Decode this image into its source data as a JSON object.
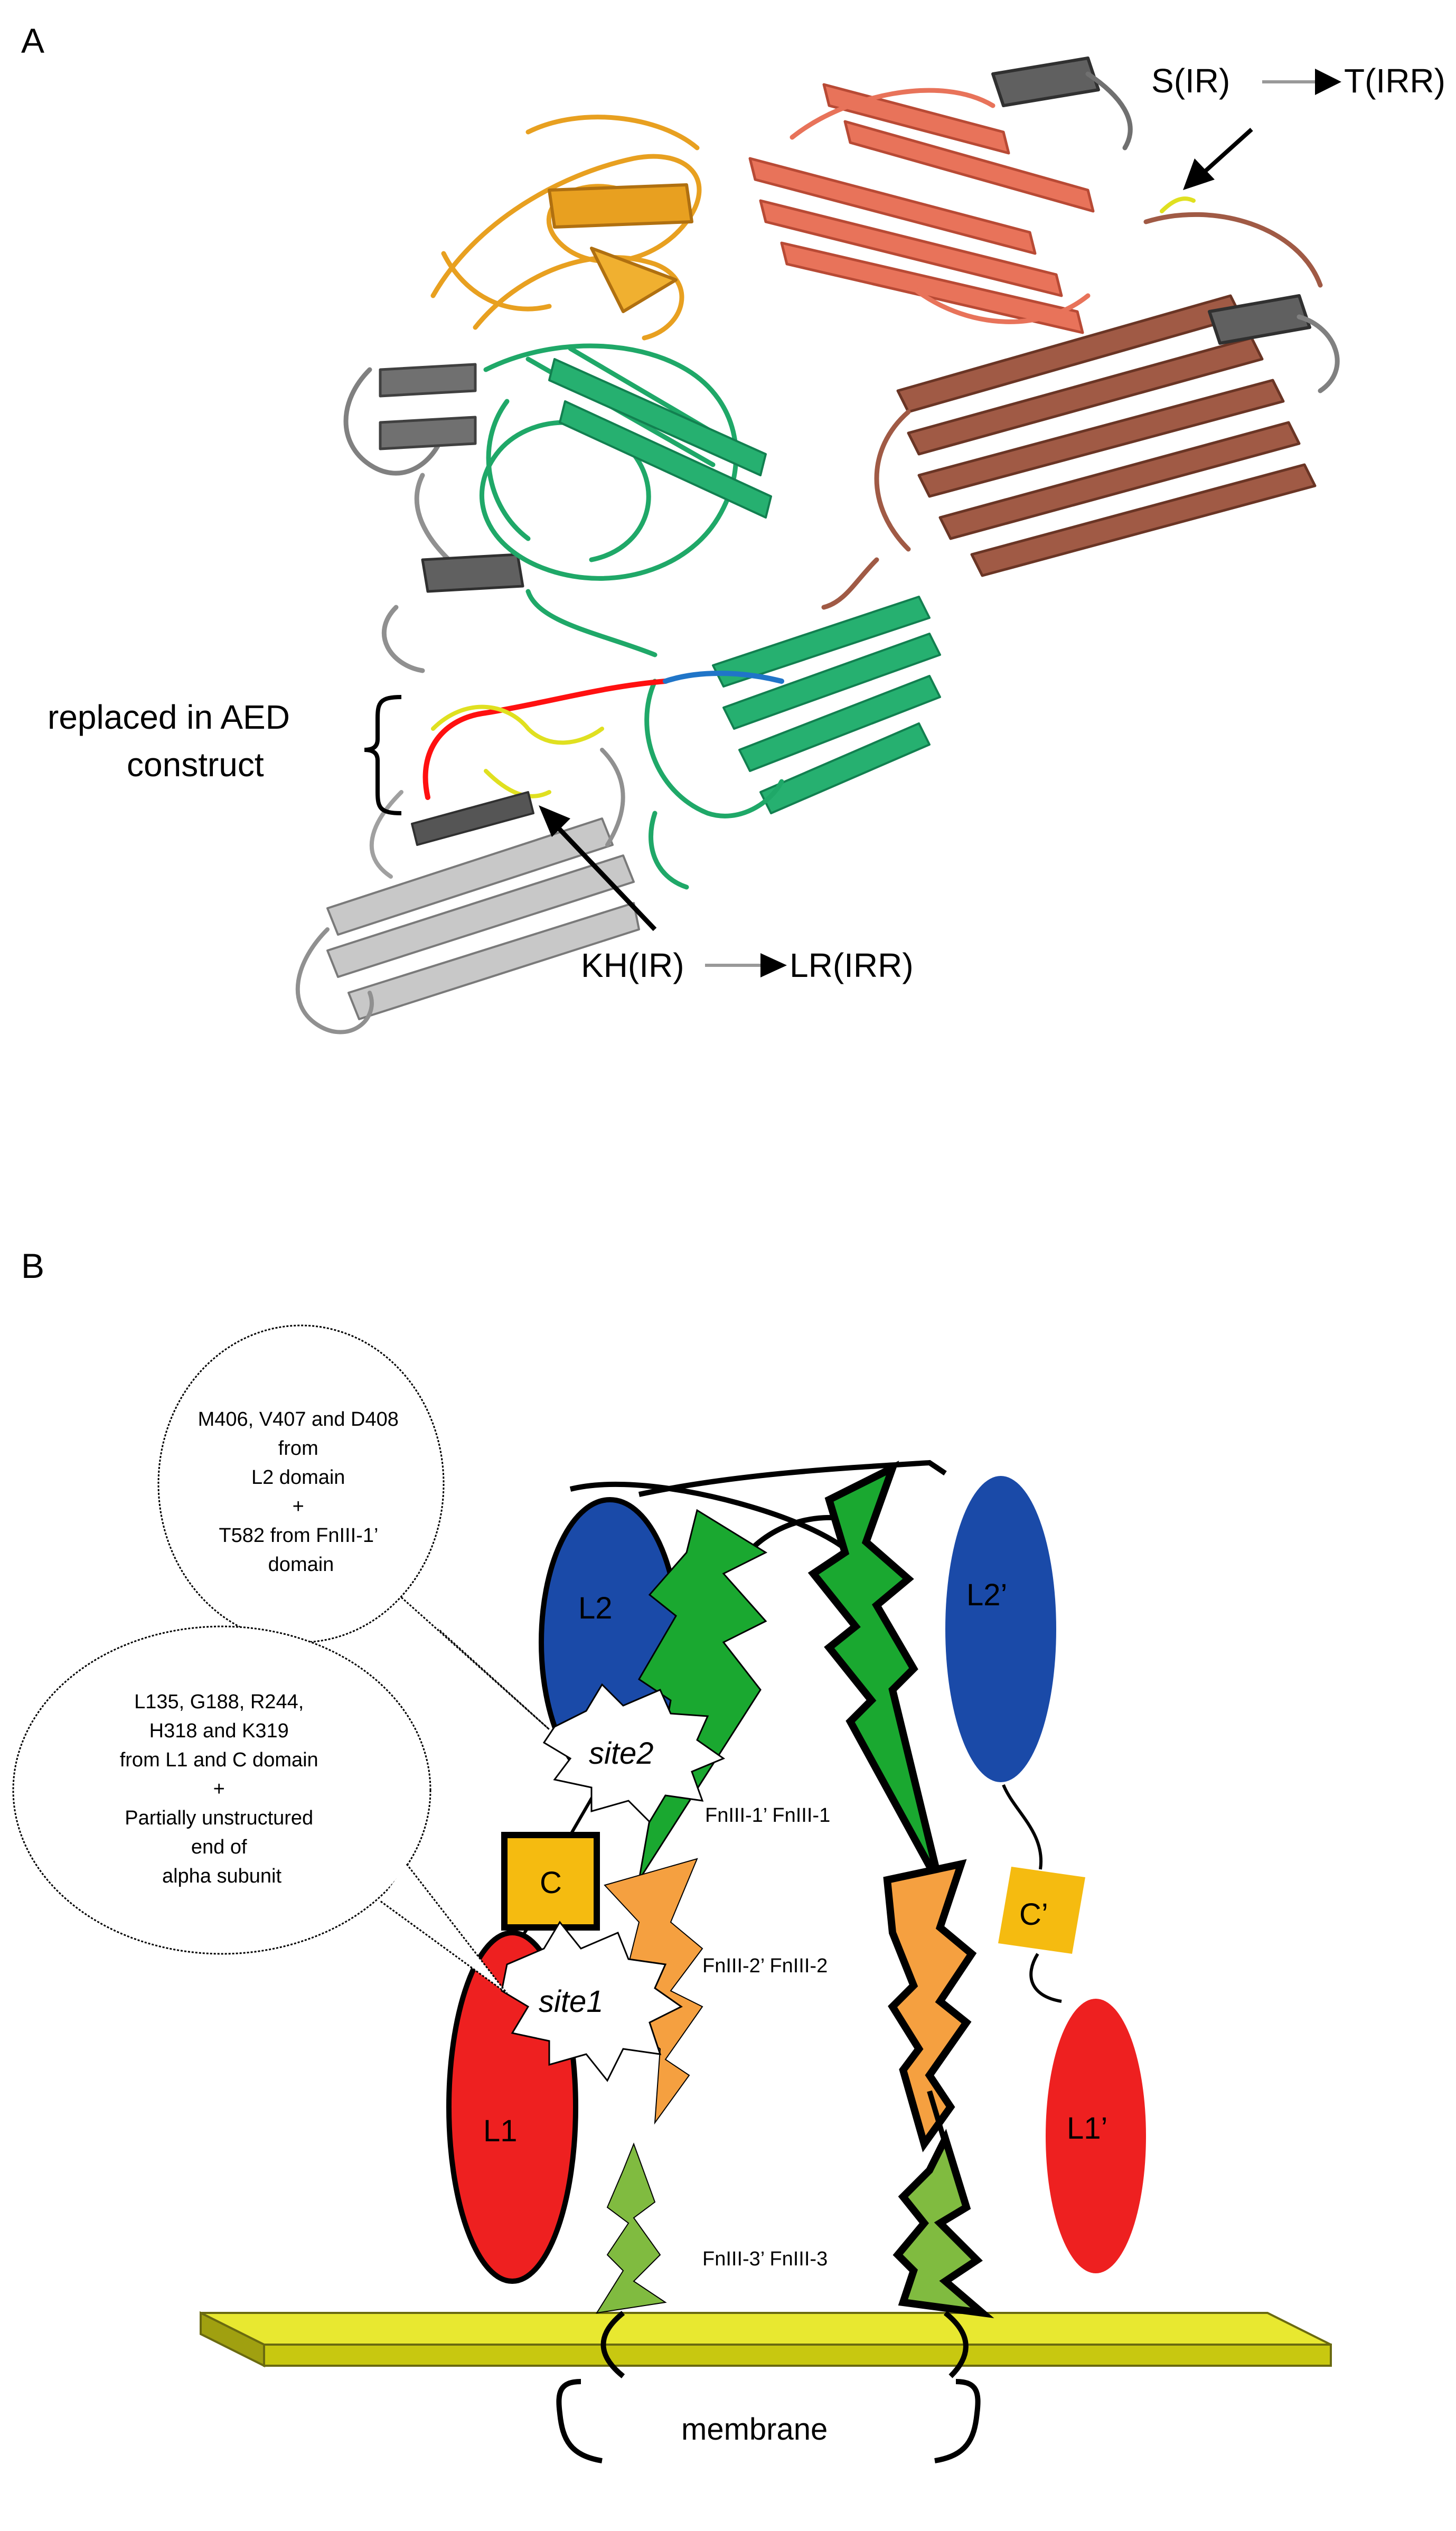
{
  "panel_a": {
    "label": "A",
    "annotation_top": "S(IR)",
    "annotation_top_target": "T(IRR)",
    "bracket_label_line1": "replaced in AED",
    "bracket_label_line2": "construct",
    "annotation_bottom": "KH(IR)",
    "annotation_bottom_target": "LR(IRR)"
  },
  "panel_b": {
    "label": "B",
    "domains": {
      "l2": "L2",
      "l2p": "L2’",
      "c": "C",
      "cp": "C’",
      "l1": "L1",
      "l1p": "L1’"
    },
    "fn_labels": {
      "fn1": "FnIII-1’  FnIII-1",
      "fn2": "FnIII-2’  FnIII-2",
      "fn3": "FnIII-3’  FnIII-3"
    },
    "sites": {
      "site2": "site2",
      "site1": "site1"
    },
    "bubble_site2": [
      "M406, V407 and D408",
      "from",
      "L2 domain",
      "+",
      "T582 from FnIII-1’",
      "domain"
    ],
    "bubble_site1": [
      "L135, G188, R244,",
      "H318 and K319",
      "from L1 and C domain",
      "+",
      "Partially unstructured",
      "end of",
      "alpha subunit"
    ],
    "membrane_label": "membrane"
  },
  "colors": {
    "orange_domain": "#e8a020",
    "salmon_domain": "#e8735a",
    "brown_domain": "#a05a45",
    "green_domain": "#1fa868",
    "grey_domain": "#808080",
    "light_grey_domain": "#c0c0c0",
    "red_linker": "#ff1010",
    "blue_linker": "#2075c8",
    "yellow_loop": "#e0e020",
    "l2_blue": "#1a4aa8",
    "l1_red": "#ee2020",
    "c_yellow": "#f5bb10",
    "fn1_green": "#1aa830",
    "fn2_orange": "#f5a040",
    "fn3_green": "#80bb40",
    "membrane": "#c8c810"
  }
}
